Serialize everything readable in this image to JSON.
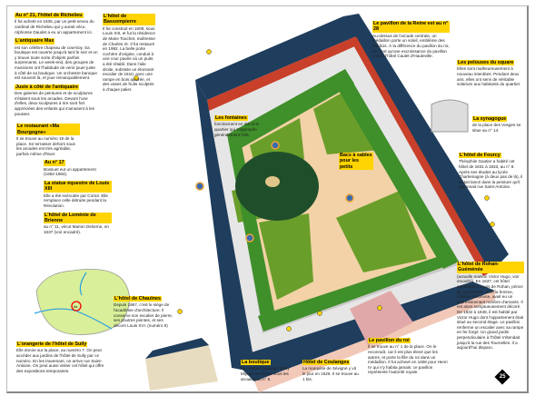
{
  "notes": [
    {
      "id": "richelieu",
      "title": "Au n° 21, l'hôtel de Richelieu",
      "text": "Il fut acheté en 1635, par un petit-neveu du cardinal de Richelieu qui y aurait vécu. Alphonse Daudet a eu un appartement ici."
    },
    {
      "id": "antiquaire-max",
      "title": "L'antiquaire Max",
      "text": "est son célèbre chapeau de cow-boy. Sa boutique est ouverte jusqu'à tard le soir et on y trouve toute sorte d'objets parfois surprenants. Le week-end, des groupes de musiciens ont l'habitude de venir jouer juste à côté de sa boutique. Un orchestre baroque est souvent là, et joue remarquablement."
    },
    {
      "id": "cote-antiquaire",
      "title": "Juste à côté de l'antiquaire",
      "text": "Des galeries de peintures et de sculptures s'étalent sous les arcades. Devant l'une d'elles, deux sculptures à rire sont fort appréciées des enfants qui s'amusent à les pousser."
    },
    {
      "id": "bassompierre",
      "title": "L'hôtel de Bassompierre",
      "text": "Il fut construit en 1609, sous Louis XIII, et fut la résidence de Marie Touchet, maîtresse de Charles IX. Il fut restauré en 1992. La belle porte cochère d'origine, conduit à une cour pavée où un puits a été rétabli. Dans l'aile droite, subsiste un étonnant escalier de 1610, avec une rampe en bois ajourée, et des vases de fruits sculptés à chaque palier."
    },
    {
      "id": "pavillon-reine",
      "title": "Le pavillon de la Reine est au n° 28",
      "text": "Au-dessus de l'arcade centrale, un médaillon porte un soleil, emblème des Médicis. À la différence du pavillon du roi, ce n'est qu'une excroissance du pavillon voisin, l'hôtel Caulet d'Hauteville."
    },
    {
      "id": "pelouses",
      "title": "Les pelouses du square",
      "text": "Elles sont malheureusement à nouveau interdites. Pendant deux ans, elles ont servi de véritable solarium aux habitants du quartier."
    },
    {
      "id": "synagogue",
      "title": "La synagogue",
      "text": "de la place des Vosges se situe au n° 14."
    },
    {
      "id": "fontaines",
      "title": "Les fontaines",
      "text": "fonctionnent en été et le quartier qui s'approprie généralement l'été."
    },
    {
      "id": "bacs-sable",
      "title": "Bacs à sables pour les petits",
      "text": ""
    },
    {
      "id": "restaurant",
      "title": "Le restaurant «Ma Bourgogne»",
      "text": "Il se trouve au numéro 19 de la place. Se terrasser dehors sous les arcades est très agréable, parfois même d'hiver."
    },
    {
      "id": "n17",
      "title": "Au n° 17",
      "text": "Bossuet eut un appartement (1682-1684)."
    },
    {
      "id": "statue-louis-xiii",
      "title": "La statue équestre de Louis XIII",
      "text": "Elle a été exécutée par Cortot. Elle remplace celle détruite pendant la Révolution."
    },
    {
      "id": "lomenie",
      "title": "L'hôtel de Loménie de Brienne",
      "text": "au n° 11, vécut Marion Delorme, en 1637 (voir encadré)."
    },
    {
      "id": "fourcy",
      "title": "L'hôtel de Fourcy",
      "text": "Théophile Gautier a habité cet hôtel de 1831 à 1833, au n° 8. Après ses études au lycée Charlemagne (à deux pas de là), il s'était lancé dans la peinture qu'il apprenait rue Saint-Antoine."
    },
    {
      "id": "chaulnes",
      "title": "L'hôtel de Chaulnes",
      "text": "Depuis 1967, c'est le siège de l'académie d'architecture. Il conserve son escalier de pierre, ses poutres peintes, et ses décors Louis XVI. (numéro 9)"
    },
    {
      "id": "orangerie",
      "title": "L'orangerie de l'hôtel de Sully",
      "text": "Elle donne sur la place, au numéro 7. On peut accéder aux jardins de l'hôtel de Sully par ce numéro. En les traversant, on arrive rue Saint-Antoine. On peut aussi visiter cet hôtel qui offre des expositions temporaires."
    },
    {
      "id": "rohan",
      "title": "L'hôtel de Rohan-Guéménée",
      "text": "(actuelle maison Victor Hugo, voir encadré). En 1637, cet hôtel appartient à Louis de Rohan, prince de Guéménée, dont la femme, célèbre précieuse, avait eu un impressionnant nombre d'amants. Il est alors somptueusement décoré. De 1832 à 1848, il est habité par Victor Hugo dont l'appartement était situé au second étage. Le pavillon renferme un escalier avec sa rampe en fer forgé. Un grand jardin perpendiculaire à l'hôtel s'étendait jusqu'à la rue des Tournelles. Il a aujourd'hui disparu."
    },
    {
      "id": "boutique",
      "title": "La boutique",
      "text": "du créateur japonais Issey Miyake se trouve sous les arcades au n° 5."
    },
    {
      "id": "coulanges",
      "title": "Hôtel de Coulanges",
      "text": "La marquise de Sévigné y vit le jour en 1626. Il se trouve au 1 bis."
    },
    {
      "id": "pavillon-roi",
      "title": "Le pavillon du roi",
      "text": "Il se trouve au n° 1 de la place. On le reconnaît, car il est plus élevé que les autres, et porte la fille du roi dans un médaillon. Il fut achevé en 1608 pour Henri IV qui n'y habita jamais: ce pavillon représente l'autorité royale."
    }
  ],
  "map": {
    "highlight_label": "4e"
  },
  "page_number": "25",
  "colors": {
    "highlight": "#ffd400",
    "roof": "#1f3d5c",
    "brick": "#c8402a",
    "lawn": "#6a9e2a",
    "tree": "#3f8f2a",
    "path": "#f2d2a6"
  }
}
